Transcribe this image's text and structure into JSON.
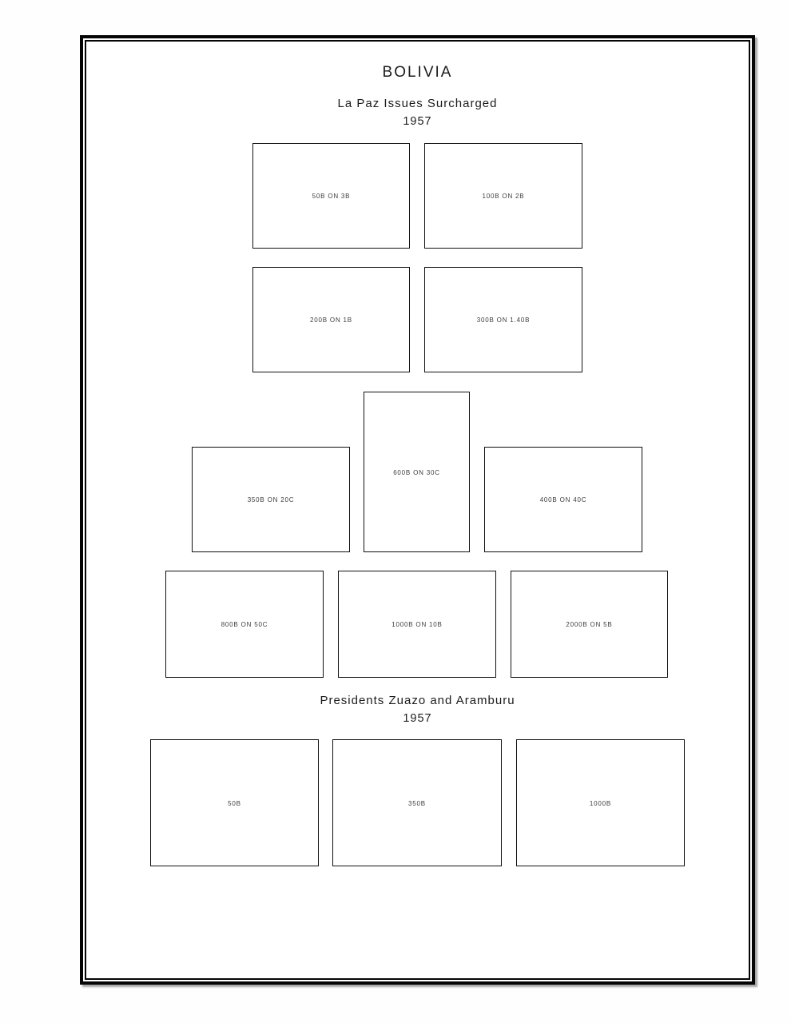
{
  "page_title": "BOLIVIA",
  "sections": [
    {
      "heading": "La Paz Issues Surcharged",
      "year": "1957"
    },
    {
      "heading": "Presidents Zuazo and Aramburu",
      "year": "1957"
    }
  ],
  "stamps": [
    {
      "label": "50B ON 3B"
    },
    {
      "label": "100B ON 2B"
    },
    {
      "label": "200B ON 1B"
    },
    {
      "label": "300B ON 1.40B"
    },
    {
      "label": "350B ON 20C"
    },
    {
      "label": "600B ON 30C"
    },
    {
      "label": "400B ON 40C"
    },
    {
      "label": "800B ON 50C"
    },
    {
      "label": "1000B ON 10B"
    },
    {
      "label": "2000B ON 5B"
    },
    {
      "label": "50B"
    },
    {
      "label": "350B"
    },
    {
      "label": "1000B"
    }
  ],
  "colors": {
    "frame_border": "#050505",
    "box_border": "#111111",
    "label_text": "#3c3c3c",
    "heading_text": "#1b1b1b"
  }
}
